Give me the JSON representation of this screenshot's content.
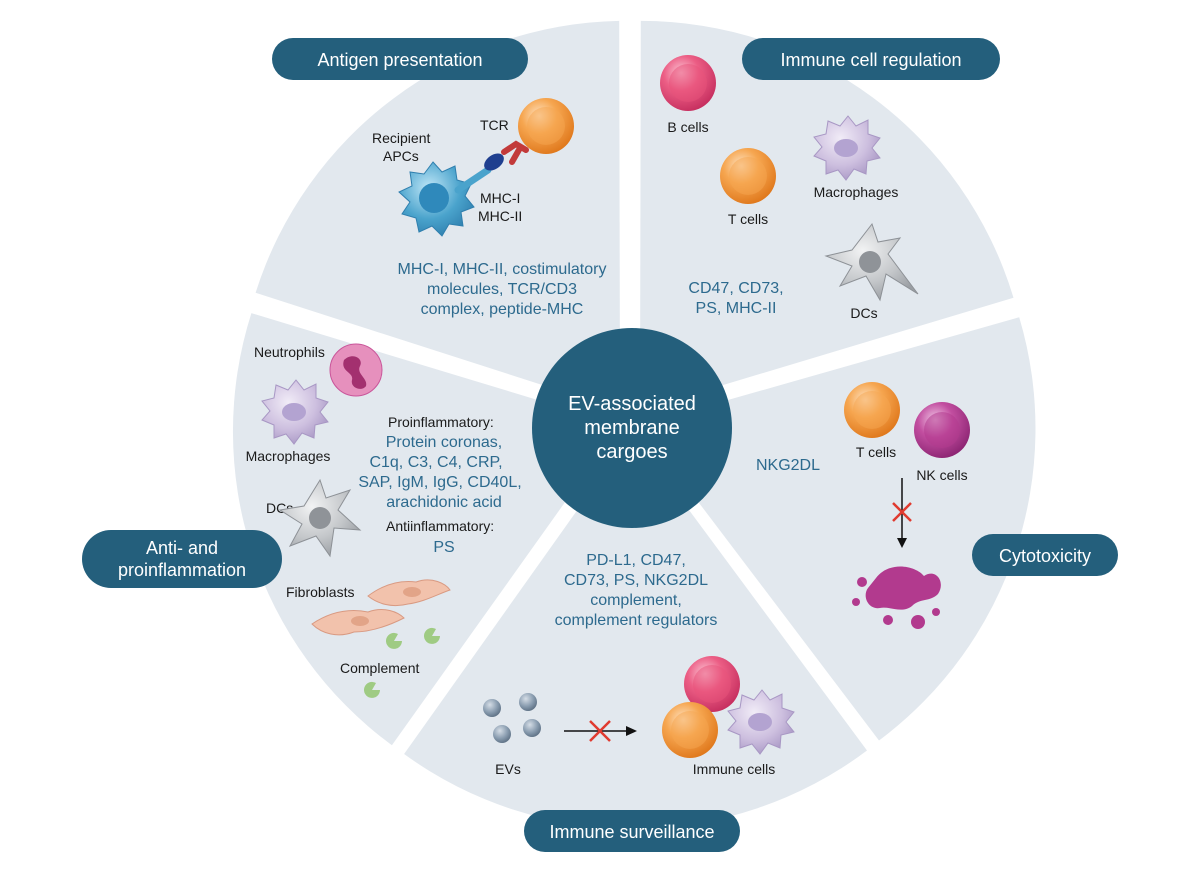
{
  "center": {
    "line1": "EV-associated",
    "line2": "membrane",
    "line3": "cargoes"
  },
  "colors": {
    "segment": "#e2e8ee",
    "pill": "#245f7c",
    "cargo_text": "#2d6a8e",
    "t_cell": "#f2973a",
    "b_cell": "#e7517a",
    "macrophage": "#cdbfdf",
    "dc": "#b9bcbf",
    "apc": "#4aa3cc",
    "nk_cell": "#b23a8e",
    "neutrophil": "#d56aa3",
    "fibroblast": "#f2c2ac",
    "complement": "#9fcb83",
    "ev": "#8a9db0",
    "block_x": "#e03a2f"
  },
  "sections": {
    "antigen": {
      "title": "Antigen presentation",
      "recipient_l1": "Recipient",
      "recipient_l2": "APCs",
      "tcr": "TCR",
      "mhc1": "MHC-I",
      "mhc2": "MHC-II",
      "cargo": [
        "MHC-I, MHC-II, costimulatory",
        "molecules, TCR/CD3",
        "complex, peptide-MHC"
      ]
    },
    "regulation": {
      "title": "Immune cell regulation",
      "b_cells": "B cells",
      "t_cells": "T cells",
      "macrophages": "Macrophages",
      "dcs": "DCs",
      "cargo": [
        "CD47, CD73,",
        "PS, MHC-II"
      ]
    },
    "cytotoxicity": {
      "title": "Cytotoxicity",
      "cargo": "NKG2DL",
      "t_cells": "T cells",
      "nk_cells": "NK cells"
    },
    "surveillance": {
      "title": "Immune surveillance",
      "cargo": [
        "PD-L1, CD47,",
        "CD73, PS, NKG2DL",
        "complement,",
        "complement regulators"
      ],
      "evs": "EVs",
      "immune_cells": "Immune cells"
    },
    "inflammation": {
      "title_l1": "Anti- and",
      "title_l2": "proinflammation",
      "neutrophils": "Neutrophils",
      "macrophages": "Macrophages",
      "dcs": "DCs",
      "fibroblasts": "Fibroblasts",
      "complement": "Complement",
      "pro_header": "Proinflammatory:",
      "pro_cargo": [
        "Protein coronas,",
        "C1q, C3, C4, CRP,",
        "SAP, IgM, IgG, CD40L,",
        "arachidonic acid"
      ],
      "anti_header": "Antiinflammatory:",
      "anti_cargo": "PS"
    }
  }
}
